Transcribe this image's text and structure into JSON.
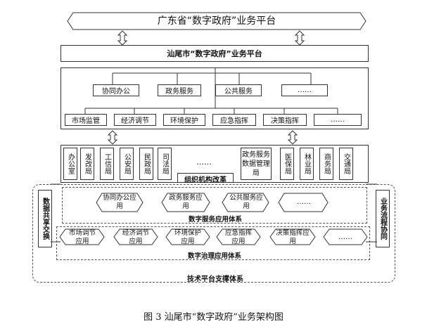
{
  "top_platform": "广东省“数字政府”业务平台",
  "city_platform": "汕尾市“数字政府”业务平台",
  "level1_items": [
    "协同办公",
    "政务服务",
    "公共服务",
    "……"
  ],
  "level2_items": [
    "市场监管",
    "经济调节",
    "环境保护",
    "应急指挥",
    "决策指挥",
    "……"
  ],
  "bureaus_left": [
    "办公室",
    "发改局",
    "工信局",
    "公安局",
    "民政局",
    "司法局"
  ],
  "bureaus_ellipsis": "……",
  "bureaus_right": [
    "政务服务数据管理局",
    "医保局",
    "林业局",
    "商务局",
    "交通局"
  ],
  "org_reform": "组织机构改革",
  "left_side": "数据共享交换",
  "right_side": "业务流程协同",
  "service_apps": [
    "协同办公应用",
    "政务服务应用",
    "公共服务应用",
    "……"
  ],
  "service_system": "数字服务应用体系",
  "governance_apps": [
    "市场调节应用",
    "经济调节应用",
    "环境保护应用",
    "应急指挥应用",
    "决策指挥应用",
    "……"
  ],
  "governance_system": "数字治理应用体系",
  "tech_platform": "技术平台支撑体系",
  "caption": "图 3  汕尾市“数字政府”业务架构图"
}
